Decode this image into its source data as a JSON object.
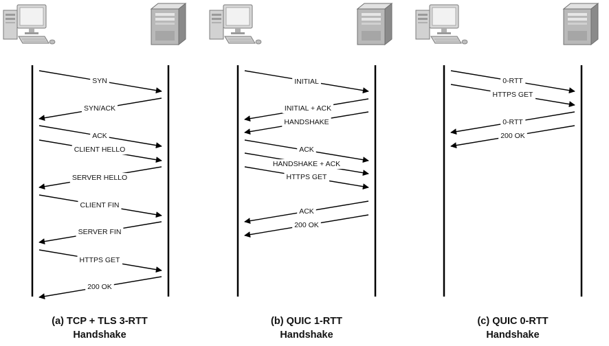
{
  "panels": [
    {
      "id": "a",
      "caption_line1": "(a) TCP + TLS 3-RTT",
      "caption_line2": "Handshake",
      "client_icon": "desktop-computer-icon",
      "server_icon": "server-tower-icon",
      "messages": [
        {
          "label": "SYN",
          "direction": "client-to-server"
        },
        {
          "label": "SYN/ACK",
          "direction": "server-to-client"
        },
        {
          "label": "ACK",
          "direction": "client-to-server"
        },
        {
          "label": "CLIENT HELLO",
          "direction": "client-to-server"
        },
        {
          "label": "SERVER HELLO",
          "direction": "server-to-client"
        },
        {
          "label": "CLIENT FIN",
          "direction": "client-to-server"
        },
        {
          "label": "SERVER FIN",
          "direction": "server-to-client"
        },
        {
          "label": "HTTPS GET",
          "direction": "client-to-server"
        },
        {
          "label": "200 OK",
          "direction": "server-to-client"
        }
      ]
    },
    {
      "id": "b",
      "caption_line1": "(b) QUIC 1-RTT",
      "caption_line2": "Handshake",
      "client_icon": "desktop-computer-icon",
      "server_icon": "server-tower-icon",
      "messages": [
        {
          "label": "INITIAL",
          "direction": "client-to-server"
        },
        {
          "label": "INITIAL + ACK",
          "direction": "server-to-client"
        },
        {
          "label": "HANDSHAKE",
          "direction": "server-to-client"
        },
        {
          "label": "ACK",
          "direction": "client-to-server"
        },
        {
          "label": "HANDSHAKE + ACK",
          "direction": "client-to-server"
        },
        {
          "label": "HTTPS GET",
          "direction": "client-to-server"
        },
        {
          "label": "ACK",
          "direction": "server-to-client"
        },
        {
          "label": "200 OK",
          "direction": "server-to-client"
        }
      ]
    },
    {
      "id": "c",
      "caption_line1": "(c) QUIC 0-RTT",
      "caption_line2": "Handshake",
      "client_icon": "desktop-computer-icon",
      "server_icon": "server-tower-icon",
      "messages": [
        {
          "label": "0-RTT",
          "direction": "client-to-server"
        },
        {
          "label": "HTTPS GET",
          "direction": "client-to-server"
        },
        {
          "label": "0-RTT",
          "direction": "server-to-client"
        },
        {
          "label": "200 OK",
          "direction": "server-to-client"
        }
      ]
    }
  ]
}
